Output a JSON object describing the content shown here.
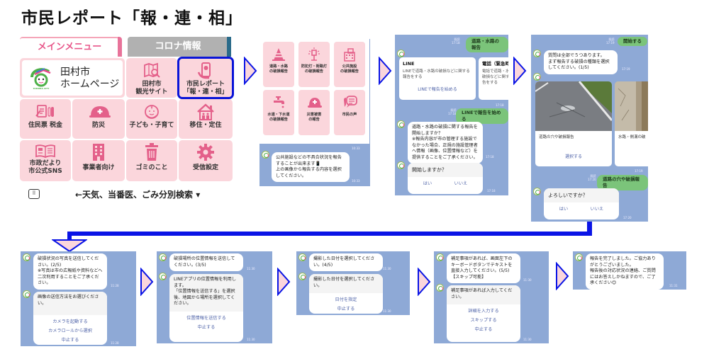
{
  "title": "市民レポート「報・連・相」",
  "colors": {
    "accent_pink": "#e4608a",
    "cell_pink": "#fbd6dc",
    "chat_bg": "#8ea9d6",
    "user_bubble": "#7bc47a",
    "highlight": "#0a14d8",
    "arrow_blue": "#0a14e6",
    "arrow_fill": "#fbd6dc"
  },
  "richmenu": {
    "tab_main": "メインメニュー",
    "tab_corona": "コロナ情報",
    "home": {
      "line1": "田村市",
      "line2": "ホームページ",
      "logo_caption": "TAMURA CITY"
    },
    "items": [
      {
        "label1": "田村市",
        "label2": "観光サイト",
        "icon": "map-search-icon"
      },
      {
        "label1": "市民レポート",
        "label2": "「報・連・相」",
        "icon": "phone-report-icon",
        "highlighted": true
      },
      {
        "label1": "住民票 税金",
        "label2": "",
        "icon": "document-pen-icon"
      },
      {
        "label1": "防災",
        "label2": "",
        "icon": "helmet-icon"
      },
      {
        "label1": "子ども・子育て",
        "label2": "",
        "icon": "baby-face-icon"
      },
      {
        "label1": "移住・定住",
        "label2": "",
        "icon": "house-family-icon"
      },
      {
        "label1": "市政だより",
        "label2": "市公式SNS",
        "icon": "open-book-icon"
      },
      {
        "label1": "事業者向け",
        "label2": "",
        "icon": "building-icon"
      },
      {
        "label1": "ゴミのこと",
        "label2": "",
        "icon": "trash-icon"
      },
      {
        "label1": "受信設定",
        "label2": "",
        "icon": "gear-icon"
      }
    ],
    "footer": "←天気、当番医、ごみ分別検索 ▾",
    "keyboard_icon": "keyboard-icon"
  },
  "panel2": {
    "menu": [
      {
        "label1": "道路・水路",
        "label2": "の破損報告",
        "icon": "traffic-cone-icon"
      },
      {
        "label1": "防犯灯・街路灯",
        "label2": "の破損報告",
        "icon": "street-lamp-icon"
      },
      {
        "label1": "公共施設",
        "label2": "の破損報告",
        "icon": "building-icon"
      },
      {
        "label1": "水道・下水道",
        "label2": "の破損報告",
        "icon": "faucet-icon"
      },
      {
        "label1": "災害被害",
        "label2": "の報告",
        "icon": "helmet-icon"
      },
      {
        "label1": "市民の声",
        "label2": "",
        "icon": "speech-bubble-icon"
      }
    ],
    "ts1": "10:33",
    "message": "公共施設などの不具合状況を報告することが出来ます📱\n上の画像から報告する内容を選択してください。",
    "ts2": "10:33"
  },
  "panel3": {
    "user_msg": "道路・水路の報告",
    "read": "既読",
    "ts_user": "17:18",
    "card_line": {
      "title": "LINE",
      "desc": "LINEで道路・水路の破損などに関する報告をする",
      "action": "LINEで報告を始める"
    },
    "card_phone": {
      "title": "電話（緊急時",
      "desc": "電話で道路・水路の破損などに関する報告をする"
    },
    "ts_cards": "17:18",
    "user_msg2": "LINEで報告を始める",
    "ts_user2": "17:18",
    "bot_msg": "道路・水路の破損に関する報告を開始しますか？\n※報告内容が市の管理する施設でなかった場合、正規の施設管理者へ情報（画像、位置情報など）を提供することをご了承ください。",
    "ts_bot": "17:18",
    "question": "開始しますか？",
    "yes": "はい",
    "no": "いいえ",
    "ts_q": "17:18"
  },
  "panel4": {
    "user_msg": "開始する",
    "read": "既読",
    "ts_user": "17:19",
    "bot_msg": "質問は全部で５つあります。\nまず報告する破損の種類を選択してください。(1/5)",
    "ts_bot": "17:19",
    "card1": {
      "caption": "道路の穴や破損報告",
      "action": "選択する"
    },
    "card2": {
      "caption": "水路・側溝の破"
    },
    "ts_cards": "17:19",
    "user_msg2": "道路の穴や破損報告",
    "ts_user2": "17:20",
    "question": "よろしいですか？",
    "yes": "はい",
    "no": "いいえ",
    "ts_q": "17:20"
  },
  "panel5": {
    "bot_msg": "破損状況の写真を送信してください。(2/5)\n※写真は市の広報紙や資料などへ二次利用することをご了承ください。",
    "ts_bot": "11:28",
    "question": "画像の送信方法をお選びください。",
    "actions": [
      "カメラを起動する",
      "カメラロールから選択",
      "中止する"
    ],
    "ts_q": "11:28"
  },
  "panel6": {
    "bot_msg": "破損場所の位置情報を送信してください。(3/5)",
    "ts_bot": "11:30",
    "question": "LINEアプリの位置情報を利用します。\n「位置情報を送信する」を選択後、地図から場所を選択してください。",
    "actions": [
      "位置情報を送信する",
      "中止する"
    ],
    "ts_q": "11:30"
  },
  "panel7": {
    "bot_msg": "撮影した日付を選択してください。(4/5)",
    "ts_bot": "11:30",
    "question": "撮影した日付を選択してください。",
    "actions": [
      "日付を指定",
      "中止する"
    ],
    "ts_q": "11:30"
  },
  "panel8": {
    "bot_msg": "補足事項があれば、画面左下のキーボードボタンでテキストを直接入力してください。(5/5)【スキップ可能】",
    "ts_bot": "11:30",
    "question": "補足事項があれば入力してください。",
    "actions": [
      "詳細を入力する",
      "スキップする",
      "中止する"
    ],
    "ts_q": "11:30"
  },
  "panel9": {
    "bot_msg": "報告を完了しました。ご協力ありがとうございました。\n報告後の対応状況の連絡、ご質問にはお答えしかねますので、ご了承ください😊",
    "ts_bot": "11:31"
  }
}
